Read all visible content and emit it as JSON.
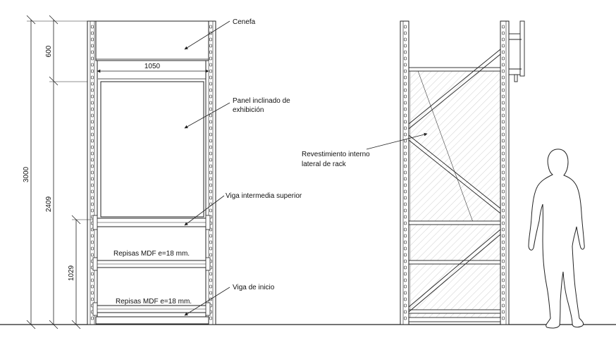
{
  "labels": {
    "cenefa": "Cenefa",
    "panel_line1": "Panel inclinado de",
    "panel_line2": "exhibición",
    "viga_superior": "Viga intermedia superior",
    "repisas_upper": "Repisas MDF e=18 mm.",
    "viga_inicio": "Viga de inicio",
    "repisas_lower": "Repisas MDF e=18 mm.",
    "revestimiento_line1": "Revestimiento interno",
    "revestimiento_line2": "lateral de rack"
  },
  "dimensions": {
    "overall_height": "3000",
    "cenefa_height": "600",
    "mid_height": "2409",
    "low_height": "1029",
    "width": "1050"
  },
  "colors": {
    "line": "#222222",
    "hatch": "#c8c8c8",
    "background": "#ffffff"
  },
  "icons": {
    "human_silhouette": "standing-person-outline"
  }
}
